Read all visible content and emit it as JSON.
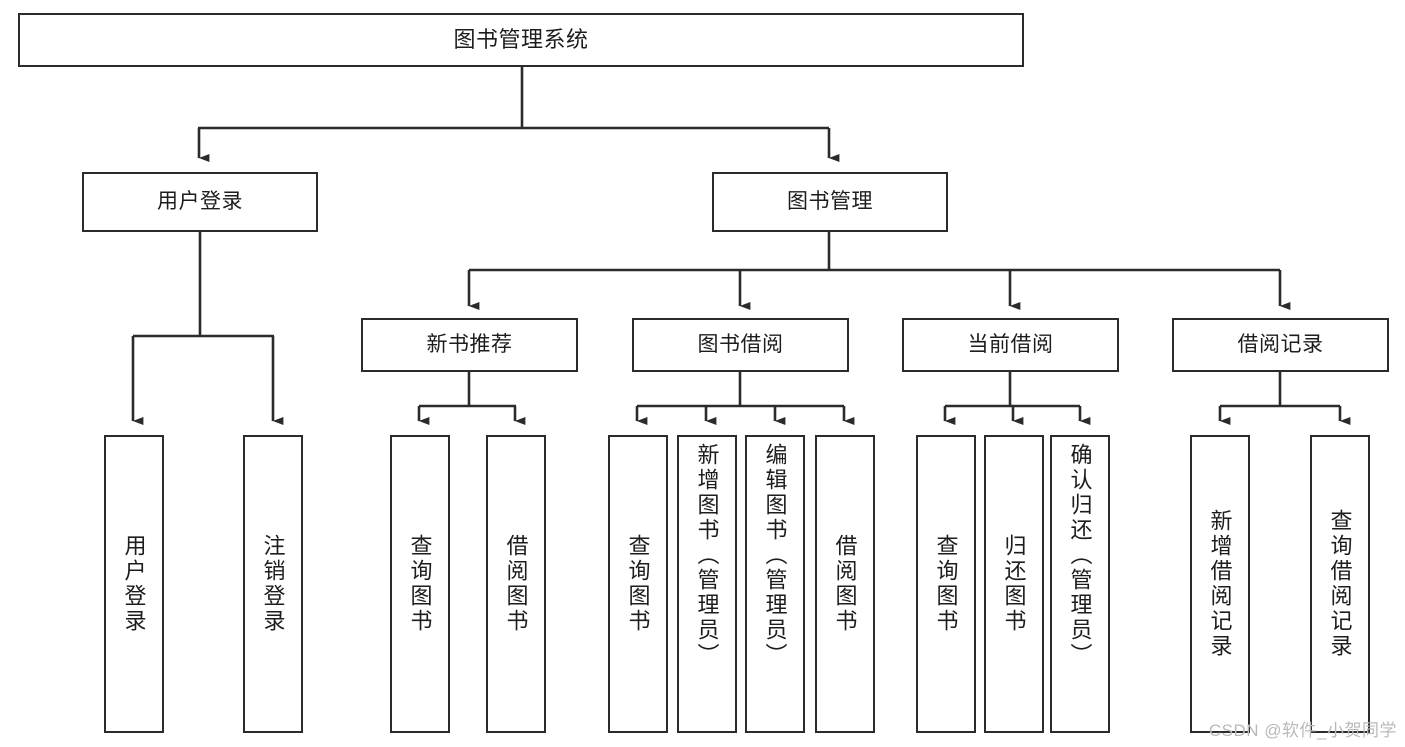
{
  "diagram": {
    "title": "图书管理系统",
    "watermark": "CSDN @软件_小贺同学",
    "colors": {
      "stroke": "#2b2b2b",
      "fill": "#ffffff",
      "text": "#1d1d1d",
      "watermark": "#b9b9b9"
    },
    "root": {
      "label": "图书管理系统"
    },
    "tier1": [
      {
        "label": "用户登录"
      },
      {
        "label": "图书管理"
      }
    ],
    "tier2": [
      {
        "label": "新书推荐"
      },
      {
        "label": "图书借阅"
      },
      {
        "label": "当前借阅"
      },
      {
        "label": "借阅记录"
      }
    ],
    "leaves": {
      "user_login": [
        {
          "label": "用户登录"
        },
        {
          "label": "注销登录"
        }
      ],
      "new_book": [
        {
          "label": "查询图书"
        },
        {
          "label": "借阅图书"
        }
      ],
      "borrow": [
        {
          "label": "查询图书"
        },
        {
          "label": "新增图书（管理员）"
        },
        {
          "label": "编辑图书（管理员）"
        },
        {
          "label": "借阅图书"
        }
      ],
      "current": [
        {
          "label": "查询图书"
        },
        {
          "label": "归还图书"
        },
        {
          "label": "确认归还（管理员）"
        }
      ],
      "records": [
        {
          "label": "新增借阅记录"
        },
        {
          "label": "查询借阅记录"
        }
      ]
    }
  }
}
